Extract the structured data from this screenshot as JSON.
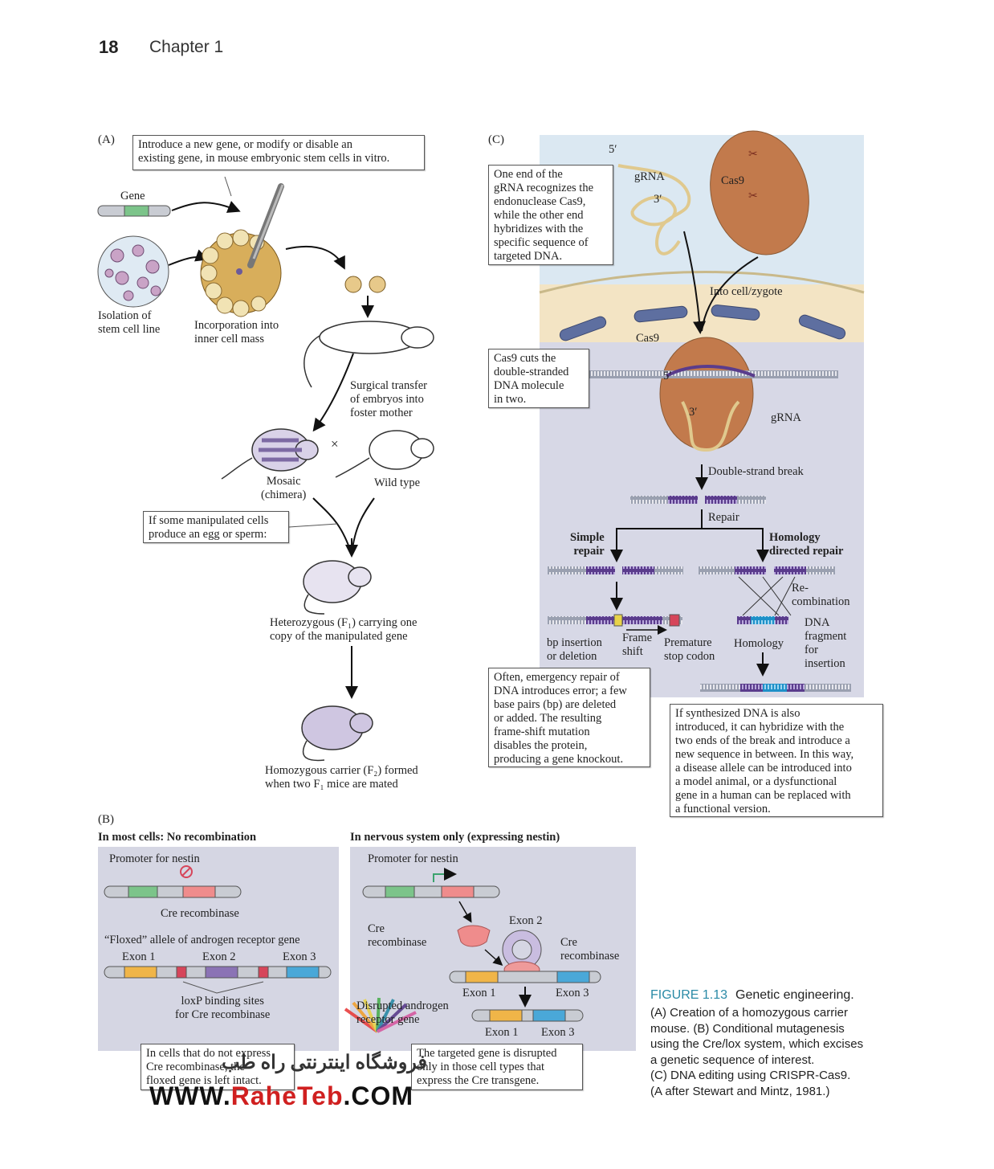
{
  "header": {
    "page_number": "18",
    "chapter": "Chapter 1"
  },
  "panelA": {
    "letter": "(A)",
    "callout_top": "Introduce a new gene, or modify or disable an\nexisting gene, in mouse embryonic stem cells in vitro.",
    "gene": "Gene",
    "isolation": "Isolation of\nstem cell line",
    "incorporation": "Incorporation into\ninner cell mass",
    "surgical": "Surgical transfer\nof embryos into\nfoster mother",
    "cross": "×",
    "mosaic": "Mosaic\n(chimera)",
    "wild_type": "Wild type",
    "callout_egg": "If some manipulated cells\nproduce an egg or sperm:",
    "heterozygous": "Heterozygous (F₁) carrying one\ncopy of the manipulated gene",
    "homozygous": "Homozygous carrier (F₂) formed\nwhen two F₁ mice are mated"
  },
  "panelC": {
    "letter": "(C)",
    "callout_grna": "One end of the\ngRNA recognizes the\nendonuclease Cas9,\nwhile the other end\nhybridizes with the\nspecific sequence of\ntargeted DNA.",
    "five_prime": "5′",
    "three_prime": "3′",
    "grna": "gRNA",
    "cas9": "Cas9",
    "into_cell": "Into cell/zygote",
    "callout_cuts": "Cas9 cuts the\ndouble-stranded\nDNA molecule\nin two.",
    "double_strand": "Double-strand break",
    "repair": "Repair",
    "simple": "Simple\nrepair",
    "homology_directed": "Homology\ndirected repair",
    "recombination": "Re-\ncombination",
    "bp_insertion": "bp insertion\nor deletion",
    "frame_shift": "Frame\nshift",
    "premature": "Premature\nstop codon",
    "homology": "Homology",
    "dna_fragment": "DNA\nfragment\nfor\ninsertion",
    "callout_often": "Often, emergency repair of\nDNA introduces error; a few\nbase pairs (bp) are deleted\nor added. The resulting\nframe-shift mutation\ndisables the protein,\nproducing a gene knockout.",
    "callout_if": "If synthesized DNA is also\nintroduced, it can hybridize with the\ntwo ends of the break and introduce a\nnew sequence in between. In this way,\na disease allele can be introduced into\na model animal, or a dysfunctional\ngene in a human can be replaced with\na functional version."
  },
  "panelB": {
    "letter": "(B)",
    "left_heading": "In most cells: No recombination",
    "right_heading": "In nervous system only (expressing nestin)",
    "promoter": "Promoter for nestin",
    "cre_recombinase": "Cre recombinase",
    "floxed": "“Floxed” allele of androgen receptor gene",
    "exon1": "Exon 1",
    "exon2": "Exon 2",
    "exon3": "Exon 3",
    "loxp": "loxP binding sites\nfor Cre recombinase",
    "callout_left": "In cells that do not express\nCre recombinase, the\nfloxed gene is left intact.",
    "cre_rec_left": "Cre\nrecombinase",
    "cre_rec_right": "Cre\nrecombinase",
    "disrupted": "Disrupted androgen\nreceptor gene",
    "callout_right": "The targeted gene is disrupted\nonly in those cell types that\nexpress the Cre transgene."
  },
  "figure": {
    "number": "FIGURE 1.13",
    "title": "Genetic engineering.",
    "caption": "(A) Creation of a homozygous carrier\nmouse. (B) Conditional mutagenesis\nusing the Cre/lox system, which excises\na genetic sequence of interest.\n(C) DNA editing using CRISPR-Cas9.\n(A after Stewart and Mintz, 1981.)"
  },
  "watermark": {
    "fa": "فروشگاه اینترنتی راه طب",
    "prefix": "WWW.",
    "brand": "RaheTeb",
    "suffix": ".COM"
  },
  "colors": {
    "figure_number": "#2a8aa6",
    "panel_bg": "#d5d6e3",
    "cas9": "#c27a4c",
    "dna_purple": "#5a3c8c",
    "watermark_red": "#d02020"
  }
}
